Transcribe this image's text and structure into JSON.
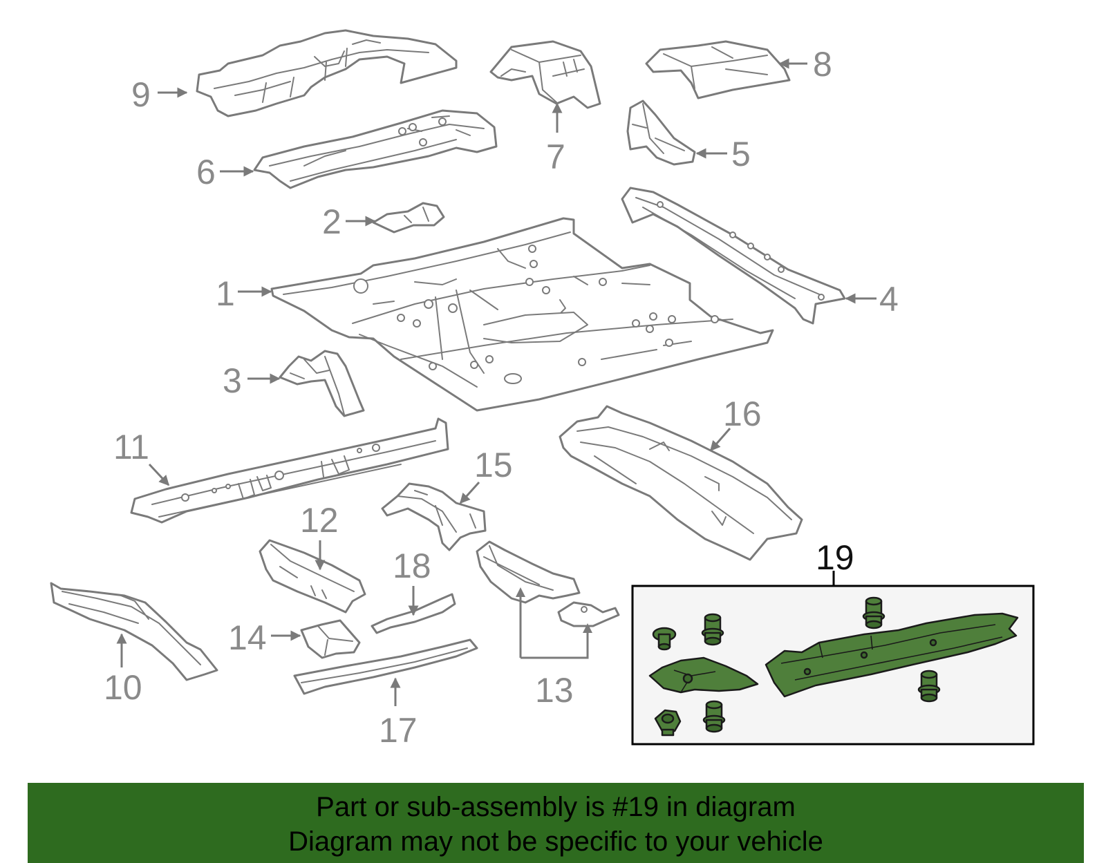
{
  "callouts": {
    "c1": "1",
    "c2": "2",
    "c3": "3",
    "c4": "4",
    "c5": "5",
    "c6": "6",
    "c7": "7",
    "c8": "8",
    "c9": "9",
    "c10": "10",
    "c11": "11",
    "c12": "12",
    "c13": "13",
    "c14": "14",
    "c15": "15",
    "c16": "16",
    "c17": "17",
    "c18": "18",
    "c19": "19"
  },
  "highlighted_part": "19",
  "colors": {
    "line_art": "#7a7a7a",
    "highlight_part": "#4f7f3b",
    "highlight_box": "#000000",
    "banner_background": "#2e6b1f"
  },
  "banner": {
    "line1": "Part or sub-assembly is #19 in diagram",
    "line2": "Diagram may not be specific to your vehicle"
  }
}
